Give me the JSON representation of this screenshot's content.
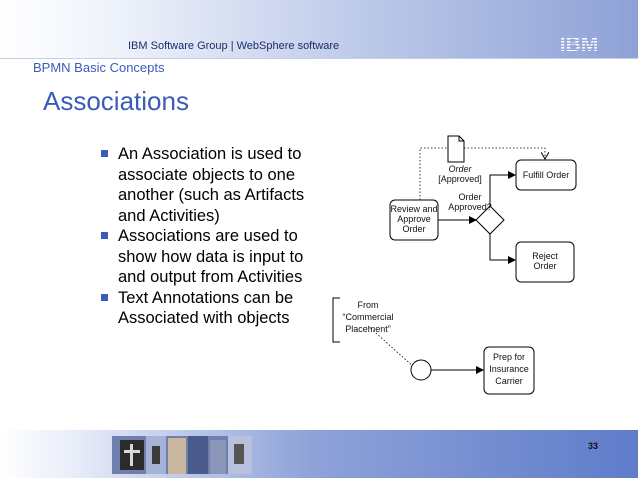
{
  "header": {
    "group_label": "IBM Software Group | WebSphere software",
    "logo_text": "IBM"
  },
  "section_label": "BPMN Basic Concepts",
  "title": "Associations",
  "bullets": [
    "An Association is used to associate objects to one another (such as Artifacts and Activities)",
    "Associations are used to show how data is input to and output from Activities",
    "Text Annotations can be Associated with objects"
  ],
  "diagram": {
    "artifact_name": "Order",
    "artifact_state": "[Approved]",
    "review_task": [
      "Review and",
      "Approve",
      "Order"
    ],
    "gateway_label": [
      "Order",
      "Approved?"
    ],
    "fulfill_task": "Fulfill Order",
    "reject_task": [
      "Reject",
      "Order"
    ],
    "annotation": [
      "From",
      "“Commercial",
      "Placement”"
    ],
    "prep_task": [
      "Prep for",
      "Insurance",
      "Carrier"
    ]
  },
  "page_number": "33",
  "colors": {
    "accent": "#3a5cb8",
    "header_dark": "#1d2d6b"
  }
}
